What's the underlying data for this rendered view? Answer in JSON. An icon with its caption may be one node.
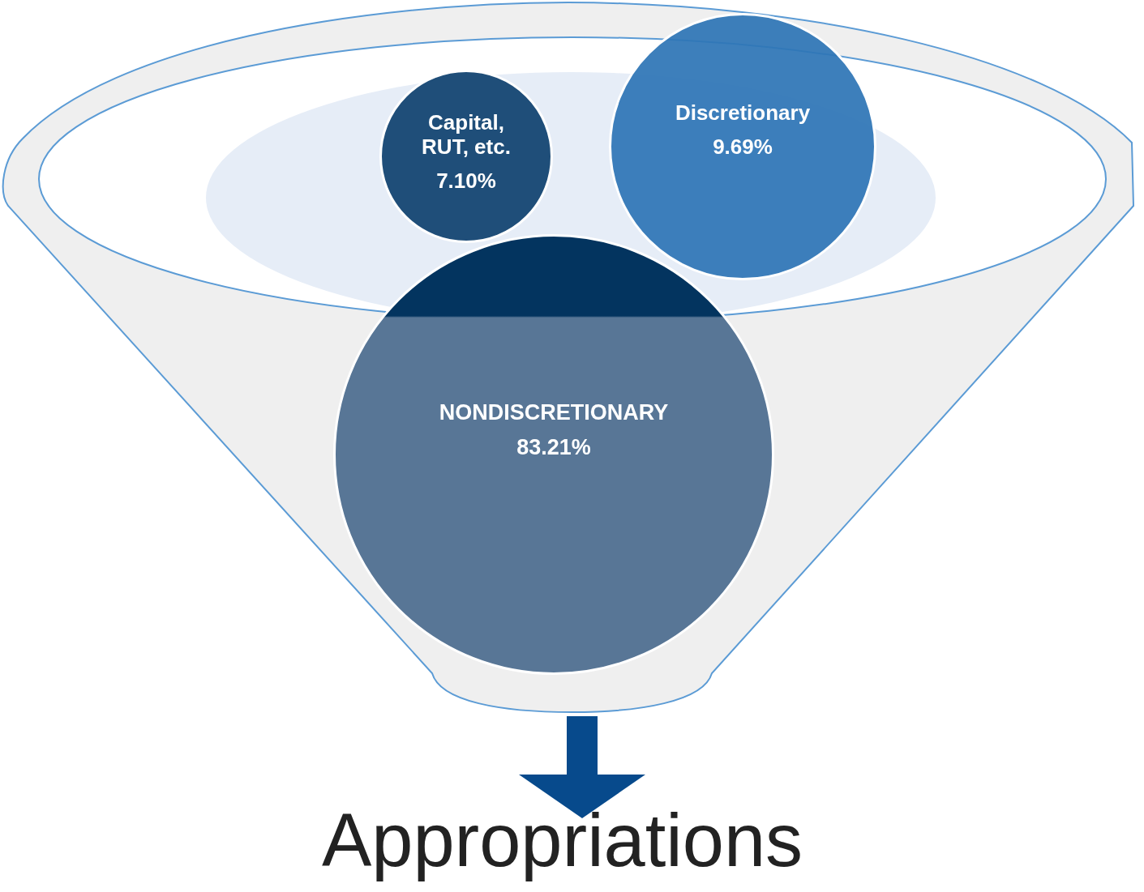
{
  "diagram": {
    "nodes": [
      {
        "text": [],
        "shape": "funnel"
      },
      {
        "text": [
          "Capital, RUT, etc.",
          "7.10%"
        ],
        "in": 0
      },
      {
        "text": [
          "Discretionary",
          "9.69%"
        ],
        "in": 0
      },
      {
        "text": [
          "NONDISCRETIONARY",
          "83.21%"
        ],
        "in": 0
      },
      {
        "text": [
          "Appropriations"
        ]
      }
    ],
    "edges": [
      {
        "from": 0,
        "to": 4,
        "arrow": "to"
      }
    ]
  }
}
